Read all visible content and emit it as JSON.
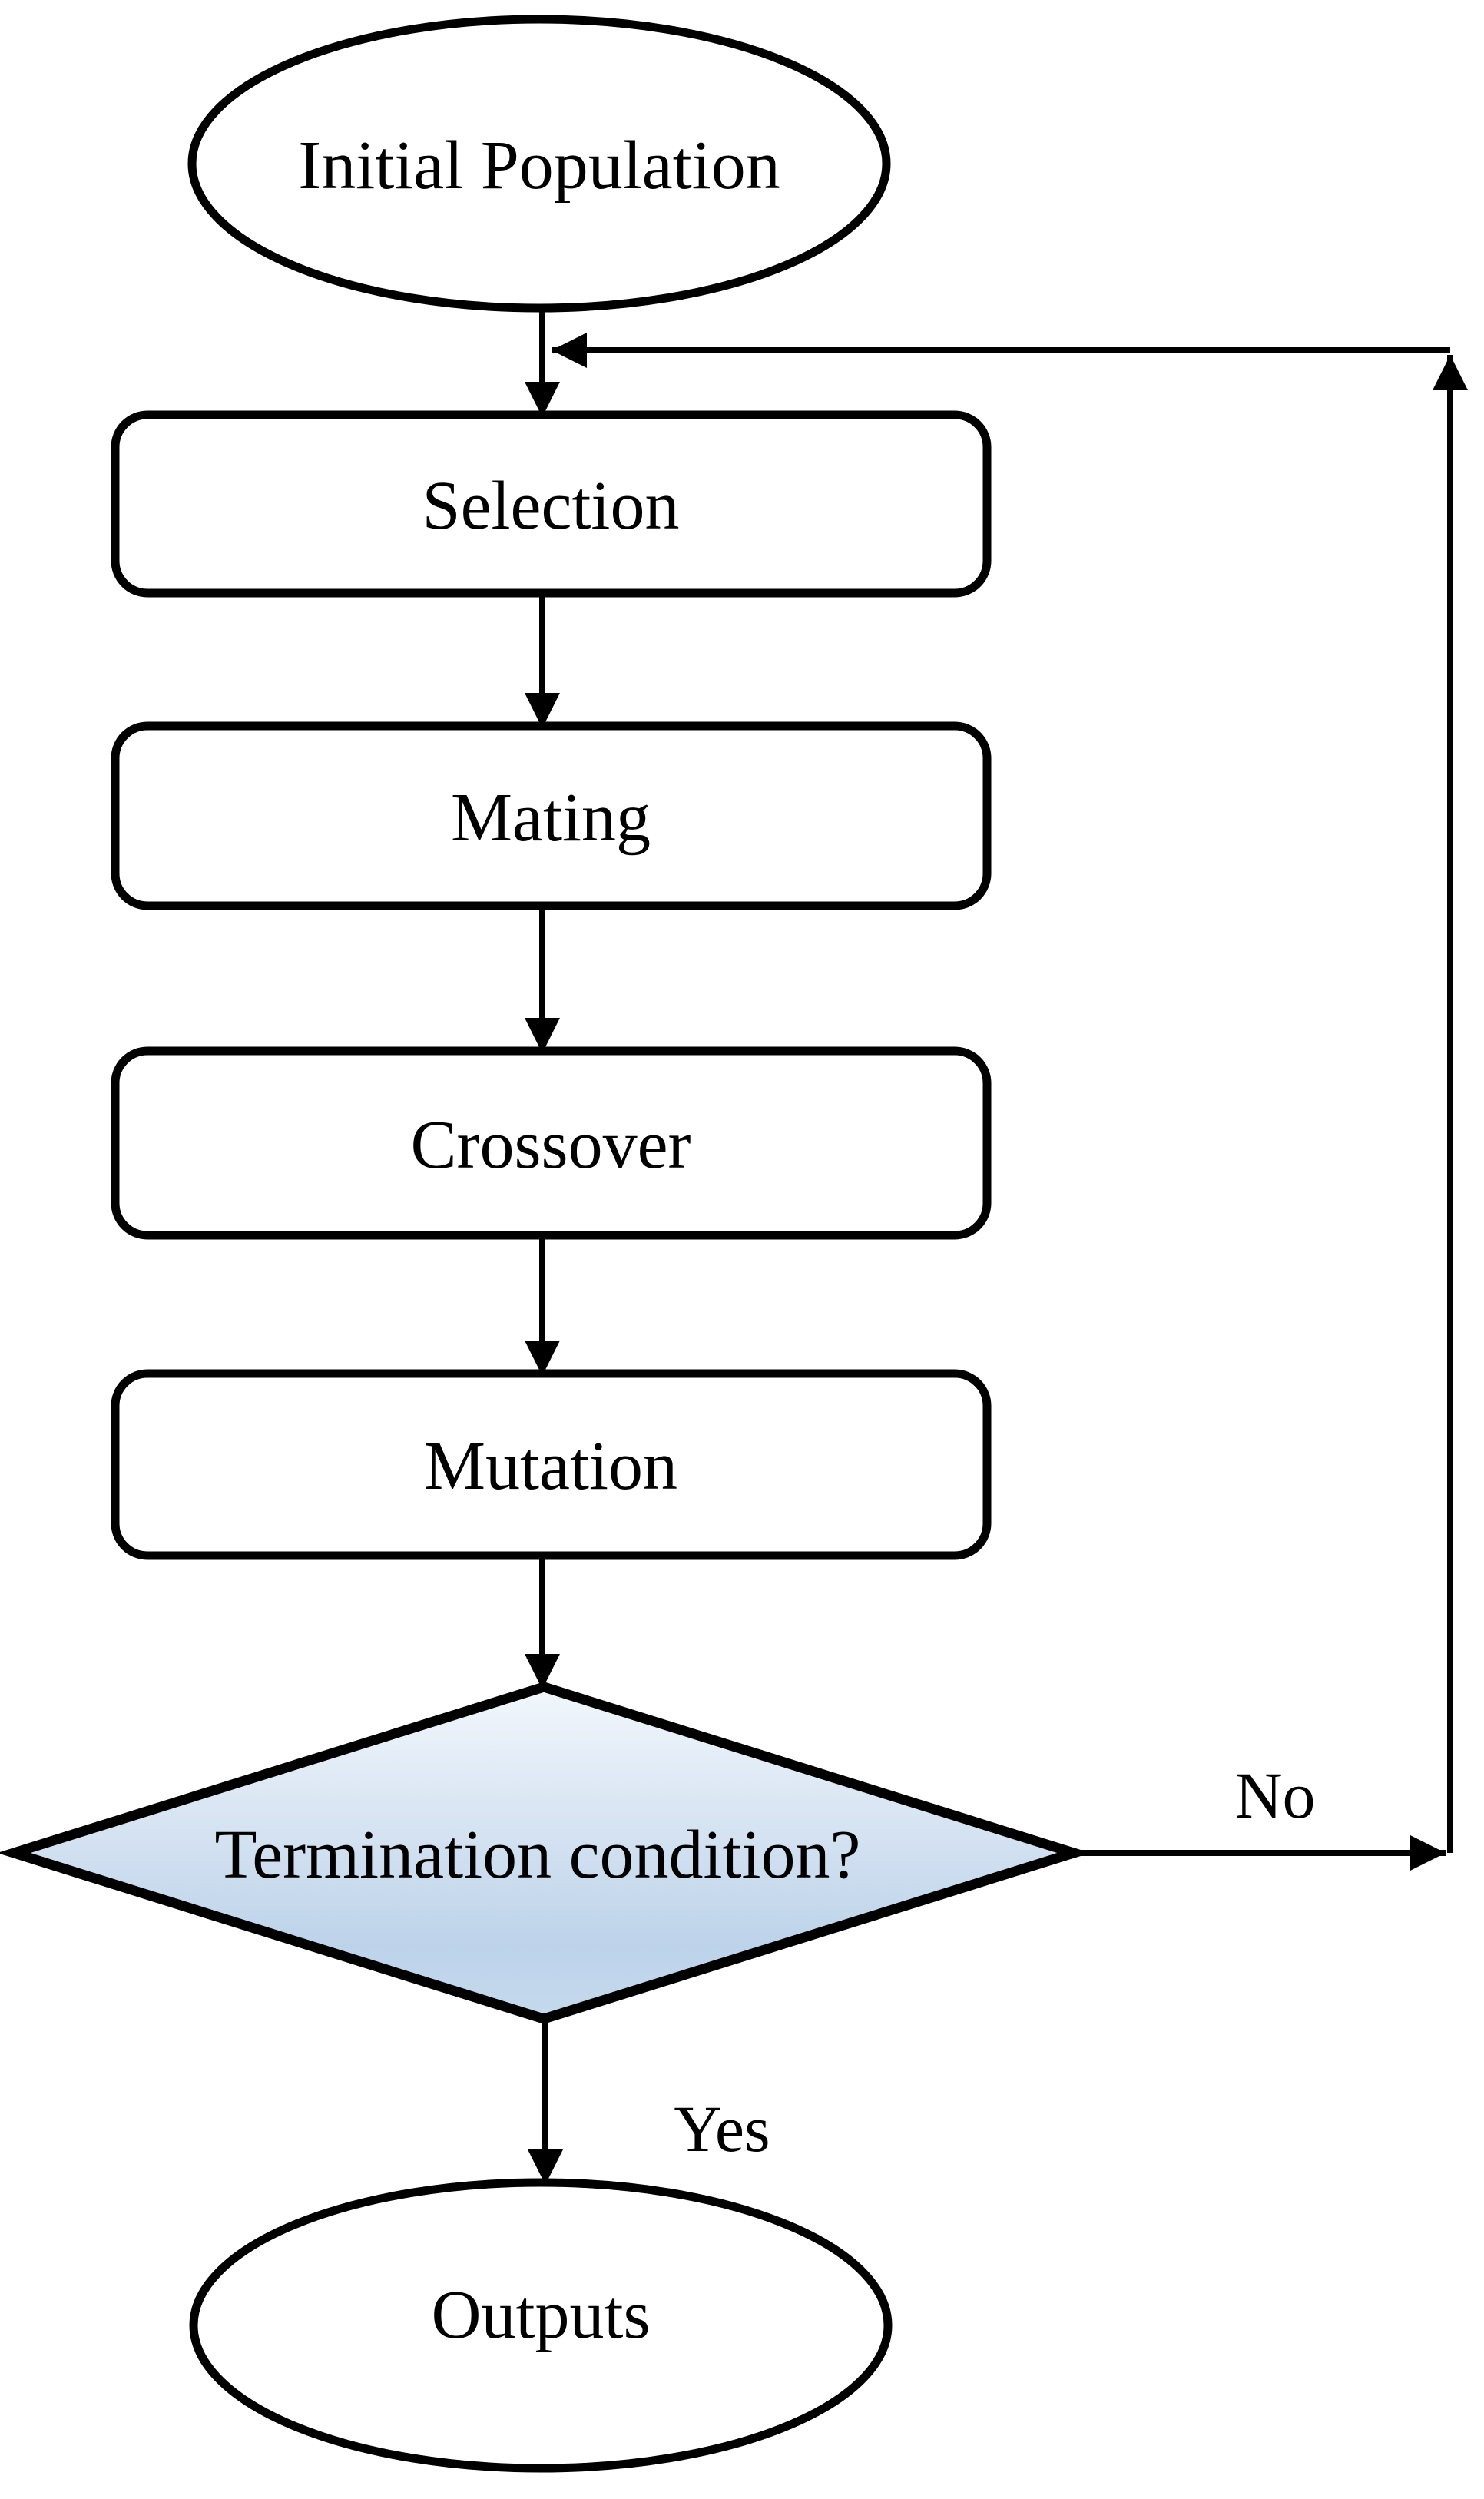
{
  "diagram": {
    "type": "flowchart",
    "subject": "genetic-algorithm-loop",
    "nodes": {
      "start": "Initial Population",
      "step1": "Selection",
      "step2": "Mating",
      "step3": "Crossover",
      "step4": "Mutation",
      "decision": "Termination condition?",
      "end": "Outputs"
    },
    "edges": {
      "no_label": "No",
      "yes_label": "Yes"
    },
    "colors": {
      "line": "#000000",
      "node_fill": "#ffffff",
      "decision_gradient_top": "#f2f7fc",
      "decision_gradient_upper_mid": "#d9e5f3",
      "decision_gradient_lower_mid": "#bdd3ea",
      "decision_gradient_bottom": "#c6d9ee"
    }
  }
}
